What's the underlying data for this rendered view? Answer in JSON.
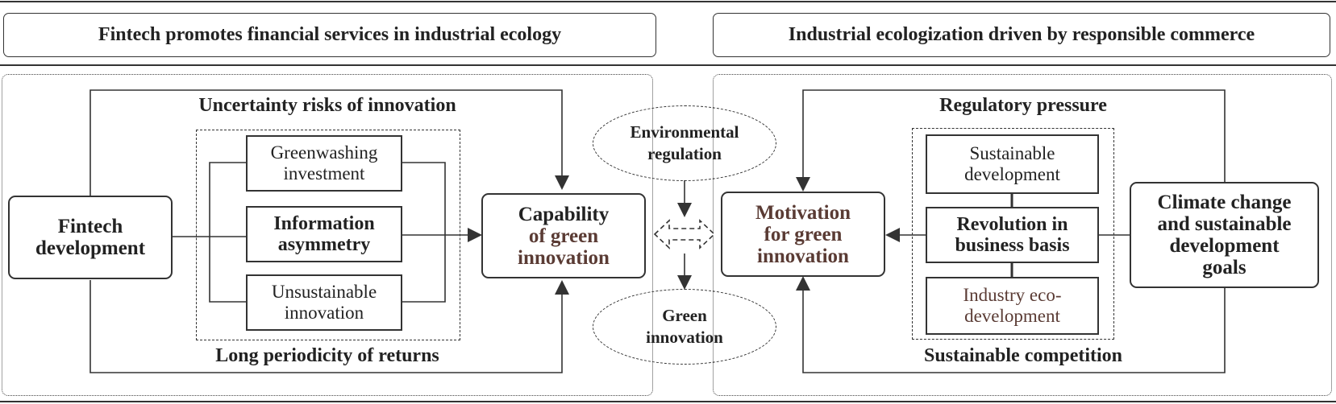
{
  "headers": {
    "left": "Fintech promotes financial services in industrial ecology",
    "right": "Industrial ecologization driven by responsible commerce"
  },
  "left_panel": {
    "top_label": "Uncertainty risks of innovation",
    "bottom_label": "Long periodicity of returns",
    "source_box": [
      "Fintech",
      "development"
    ],
    "mechanisms": [
      [
        "Greenwashing",
        "investment"
      ],
      [
        "Information",
        "asymmetry"
      ],
      [
        "Unsustainable",
        "innovation"
      ]
    ],
    "target_box": [
      "Capability",
      "of green",
      "innovation"
    ]
  },
  "middle": {
    "top_ellipse": [
      "Environmental",
      "regulation"
    ],
    "bottom_ellipse": [
      "Green",
      "innovation"
    ]
  },
  "right_panel": {
    "top_label": "Regulatory pressure",
    "bottom_label": "Sustainable competition",
    "target_box": [
      "Motivation",
      "for green",
      "innovation"
    ],
    "mechanisms": [
      [
        "Sustainable",
        "development"
      ],
      [
        "Revolution in",
        "business basis"
      ],
      [
        "Industry eco-",
        "development"
      ]
    ],
    "source_box": [
      "Climate change",
      "and sustainable",
      "development",
      "goals"
    ]
  },
  "colors": {
    "line": "#333333",
    "brown_text": "#5a3b34"
  }
}
